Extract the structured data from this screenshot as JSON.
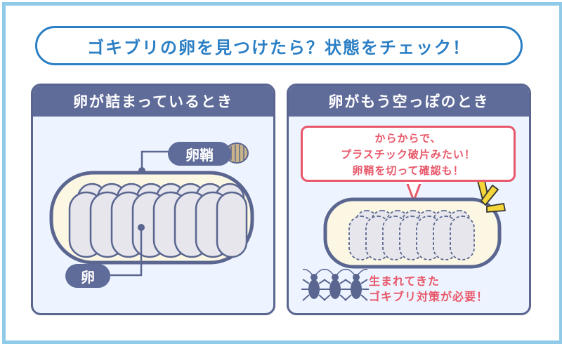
{
  "title": "ゴキブリの卵を見つけたら？状態をチェック！",
  "left_panel": {
    "header": "卵が詰まっているとき",
    "label_ootheca": "卵鞘",
    "label_egg": "卵"
  },
  "right_panel": {
    "header": "卵がもう空っぽのとき",
    "speech_lines": [
      "からからで、",
      "プラスチック破片みたい！",
      "卵鞘を切って確認も！"
    ],
    "note_lines": [
      "生まれてきた",
      "ゴキブリ対策が必要！"
    ]
  },
  "colors": {
    "frame": "#8fcbe8",
    "title": "#2b7fc4",
    "panel_header": "#5f6b99",
    "panel_bg": "#eef4ff",
    "accent_red": "#e8586a",
    "capsule_fill": "#fbf7e3"
  }
}
